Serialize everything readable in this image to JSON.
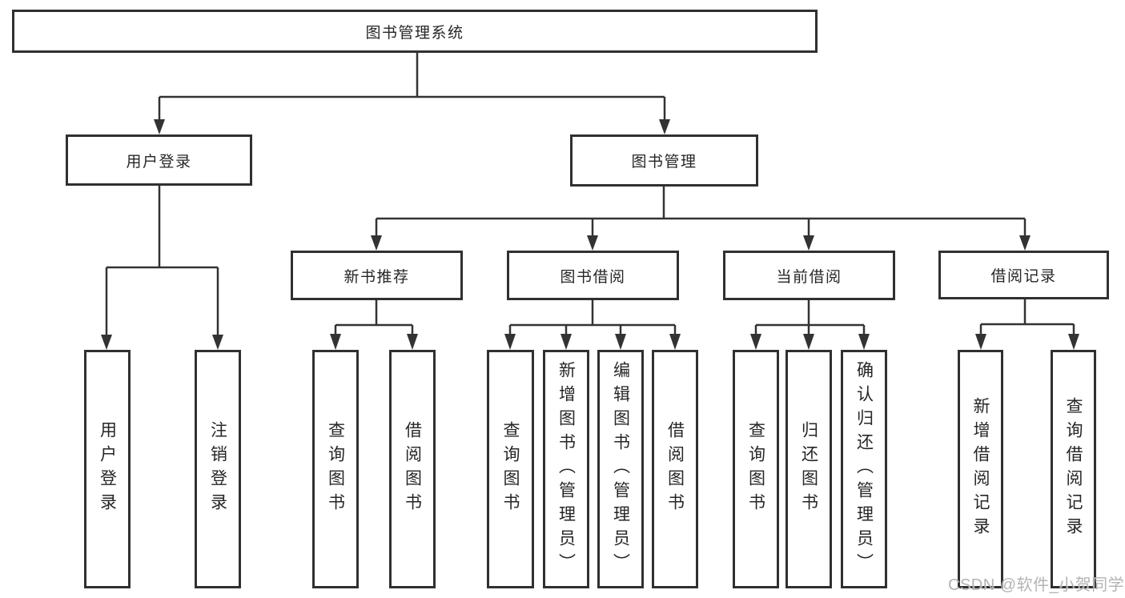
{
  "diagram": {
    "title": "图书管理系统",
    "level2": [
      {
        "label": "用户登录"
      },
      {
        "label": "图书管理"
      }
    ],
    "level3": [
      {
        "label": "新书推荐"
      },
      {
        "label": "图书借阅"
      },
      {
        "label": "当前借阅"
      },
      {
        "label": "借阅记录"
      }
    ],
    "leaves": {
      "user_login": [
        {
          "label": "用户登录"
        },
        {
          "label": "注销登录"
        }
      ],
      "new_book": [
        {
          "label": "查询图书"
        },
        {
          "label": "借阅图书"
        }
      ],
      "book_borrow": [
        {
          "label": "查询图书"
        },
        {
          "label": "新增图书（管理员）"
        },
        {
          "label": "编辑图书（管理员）"
        },
        {
          "label": "借阅图书"
        }
      ],
      "current_borrow": [
        {
          "label": "查询图书"
        },
        {
          "label": "归还图书"
        },
        {
          "label": "确认归还（管理员）"
        }
      ],
      "borrow_record": [
        {
          "label": "新增借阅记录"
        },
        {
          "label": "查询借阅记录"
        }
      ]
    }
  },
  "watermark": {
    "text": "CSDN @软件_小贺同学"
  },
  "colors": {
    "line": "#333333",
    "box_border": "#303030",
    "text": "#262626",
    "watermark": "#acacac",
    "background": "#ffffff"
  }
}
